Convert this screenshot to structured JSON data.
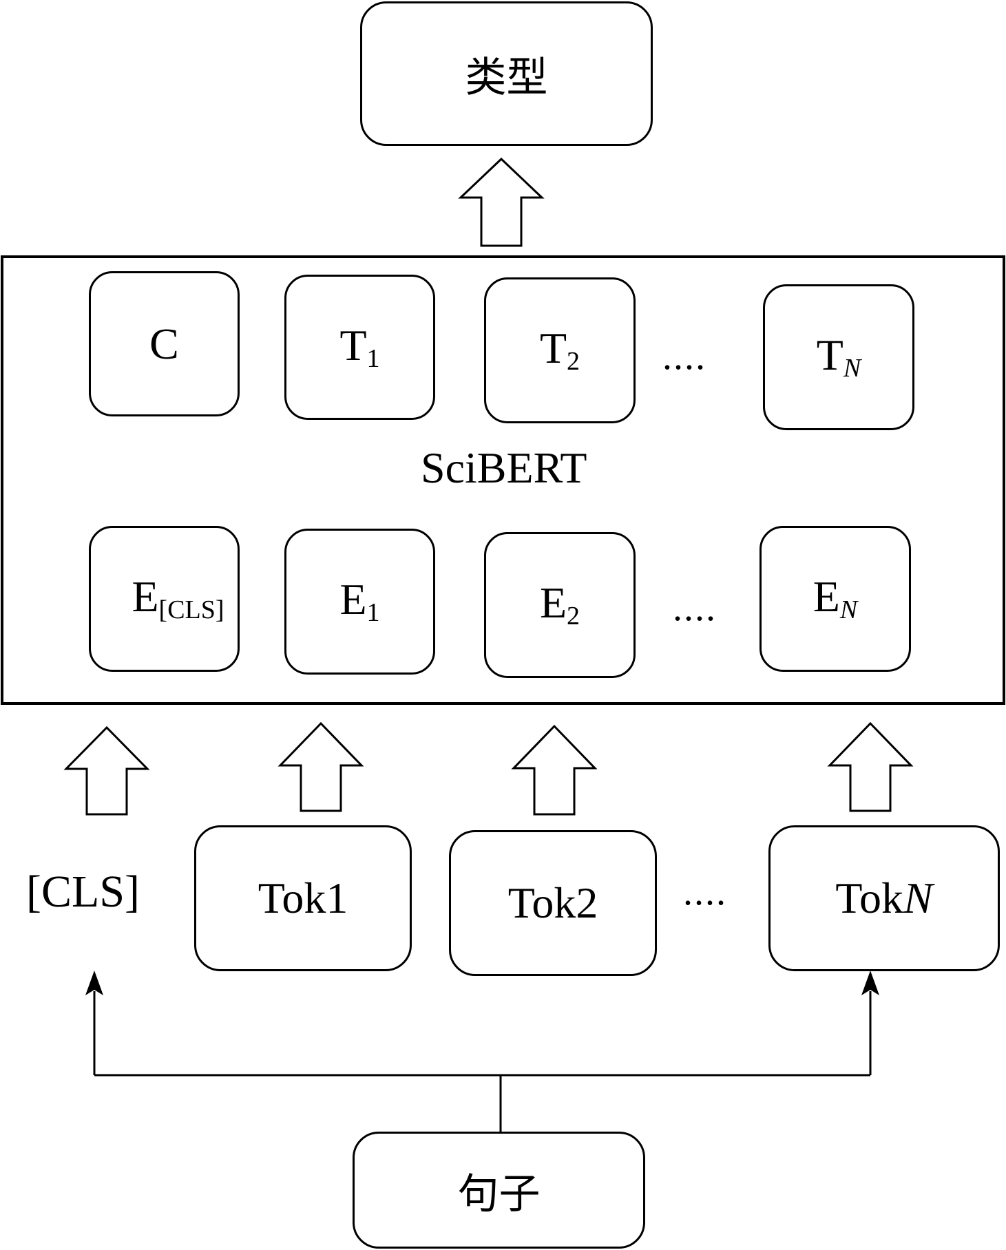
{
  "output": {
    "label": "类型"
  },
  "model": {
    "label": "SciBERT"
  },
  "top_row": {
    "c": "C",
    "t1": {
      "base": "T",
      "sub": "1"
    },
    "t2": {
      "base": "T",
      "sub": "2"
    },
    "dots": "....",
    "tn": {
      "base": "T",
      "sub": "N"
    }
  },
  "embed_row": {
    "ecls": {
      "base": "E",
      "sub": "[CLS]"
    },
    "e1": {
      "base": "E",
      "sub": "1"
    },
    "e2": {
      "base": "E",
      "sub": "2"
    },
    "dots": "....",
    "en": {
      "base": "E",
      "sub": "N"
    }
  },
  "tokens": {
    "cls": "[CLS]",
    "tok1": "Tok1",
    "tok2": "Tok2",
    "dots": "....",
    "tokn": {
      "base": "Tok",
      "var": "N"
    }
  },
  "input": {
    "label": "句子"
  }
}
